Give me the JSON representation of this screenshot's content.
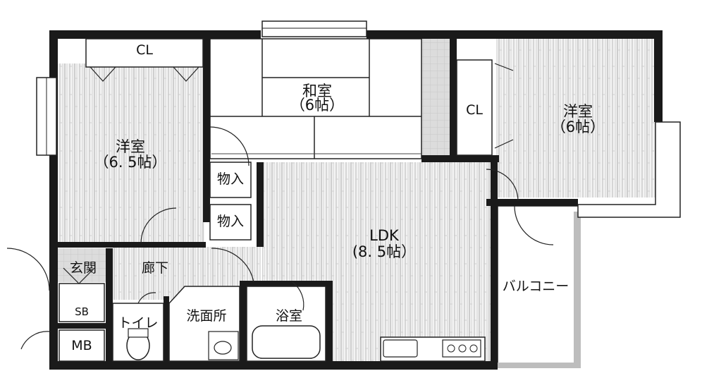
{
  "rooms": {
    "washitsu": {
      "name": "和室",
      "size": "（6帖）"
    },
    "yoshitsu_left": {
      "name": "洋室",
      "size": "（6. 5帖）"
    },
    "yoshitsu_right": {
      "name": "洋室",
      "size": "（6帖）"
    },
    "ldk": {
      "name": "LDK",
      "size": "(8. 5帖）"
    },
    "cl_top": "CL",
    "cl_right": "CL",
    "monoire_1": "物入",
    "monoire_2": "物入",
    "genkan": "玄関",
    "rouka": "廊下",
    "sb": "SB",
    "mb": "MB",
    "toilet": "トイレ",
    "senmenjo": "洗面所",
    "yokushitsu": "浴室",
    "balcony": "バルコニー"
  }
}
